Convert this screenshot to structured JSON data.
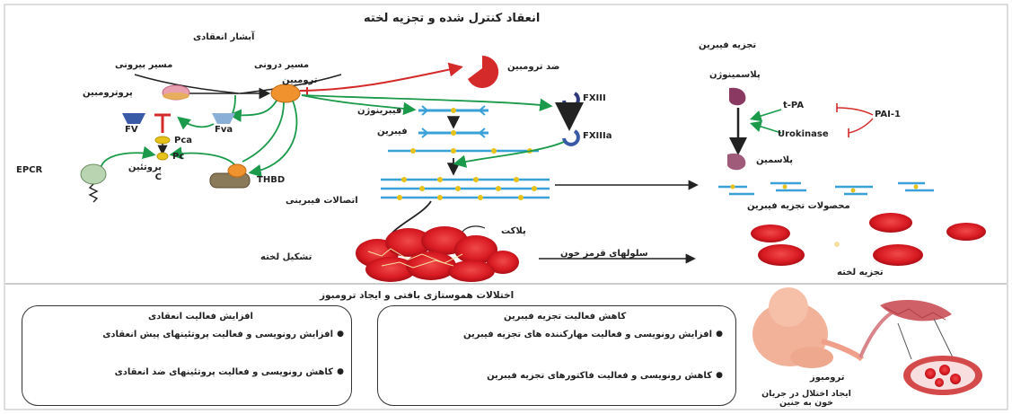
{
  "title": "انعقاد کنترل شده و تجزیه لخته",
  "top": {
    "cascade_title": "آبشار انعقادی",
    "external_path": "مسیر بیرونی",
    "internal_path": "مسیر درونی",
    "prothrombin": "پروترومبین",
    "thrombin": "ترومبین",
    "antithrombin": "ضد ترومبین",
    "fv": "FV",
    "fva": "Fva",
    "pca": "Pca",
    "pc": "Pc",
    "protein_c": "پروتئین C",
    "epcr": "EPCR",
    "thbd": "THBD",
    "fibrinogen": "فیبرینوژن",
    "fibrin": "فیبرین",
    "fxiii": "FXIII",
    "fxiiia": "FXIIIa",
    "fibrin_crosslinks": "اتصالات فیبرینی",
    "platelet": "پلاکت",
    "clot_formation": "تشکیل لخته",
    "red_cells": "سلولهای قرمز خون",
    "fibrinolysis_title": "تجزیه فیبرین",
    "plasminogen": "پلاسمینوژن",
    "tpa": "t-PA",
    "urokinase": "Urokinase",
    "pai1": "PAI-1",
    "plasmin": "پلاسمین",
    "fibrin_degradation_products": "محصولات تجزیه فیبرین",
    "clot_degradation": "تجزیه لخته"
  },
  "bottom": {
    "title": "اختلالات هموستازی بافتی و ایجاد ترومبوز",
    "box_left": {
      "title": "افزایش فعالیت انعقادی",
      "bullets": [
        "افزایش رونویسی و فعالیت پروتئینهای پیش انعقادی",
        "کاهش رونویسی و فعالیت پروتئینهای ضد انعقادی"
      ]
    },
    "box_right": {
      "title": "کاهش فعالیت تجزیه فیبرین",
      "bullets": [
        "افزایش رونویسی و فعالیت مهارکننده های تجزیه فیبرین",
        "کاهش رونویسی و فعالیت فاکتورهای تجزیه فیبرین"
      ]
    },
    "thrombosis": "ترومبوز",
    "fetal_disorder": "ایجاد اختلال در جریان خون به جنین"
  },
  "colors": {
    "green": "#1a9a4a",
    "red": "#d42a2a",
    "orange": "#f0922e",
    "blue": "#3a5aa8",
    "navy": "#2e3a7a",
    "purple": "#8a3a62",
    "fibrin_blue": "#3aa0d8",
    "fibrin_yellow": "#e6c21a"
  }
}
